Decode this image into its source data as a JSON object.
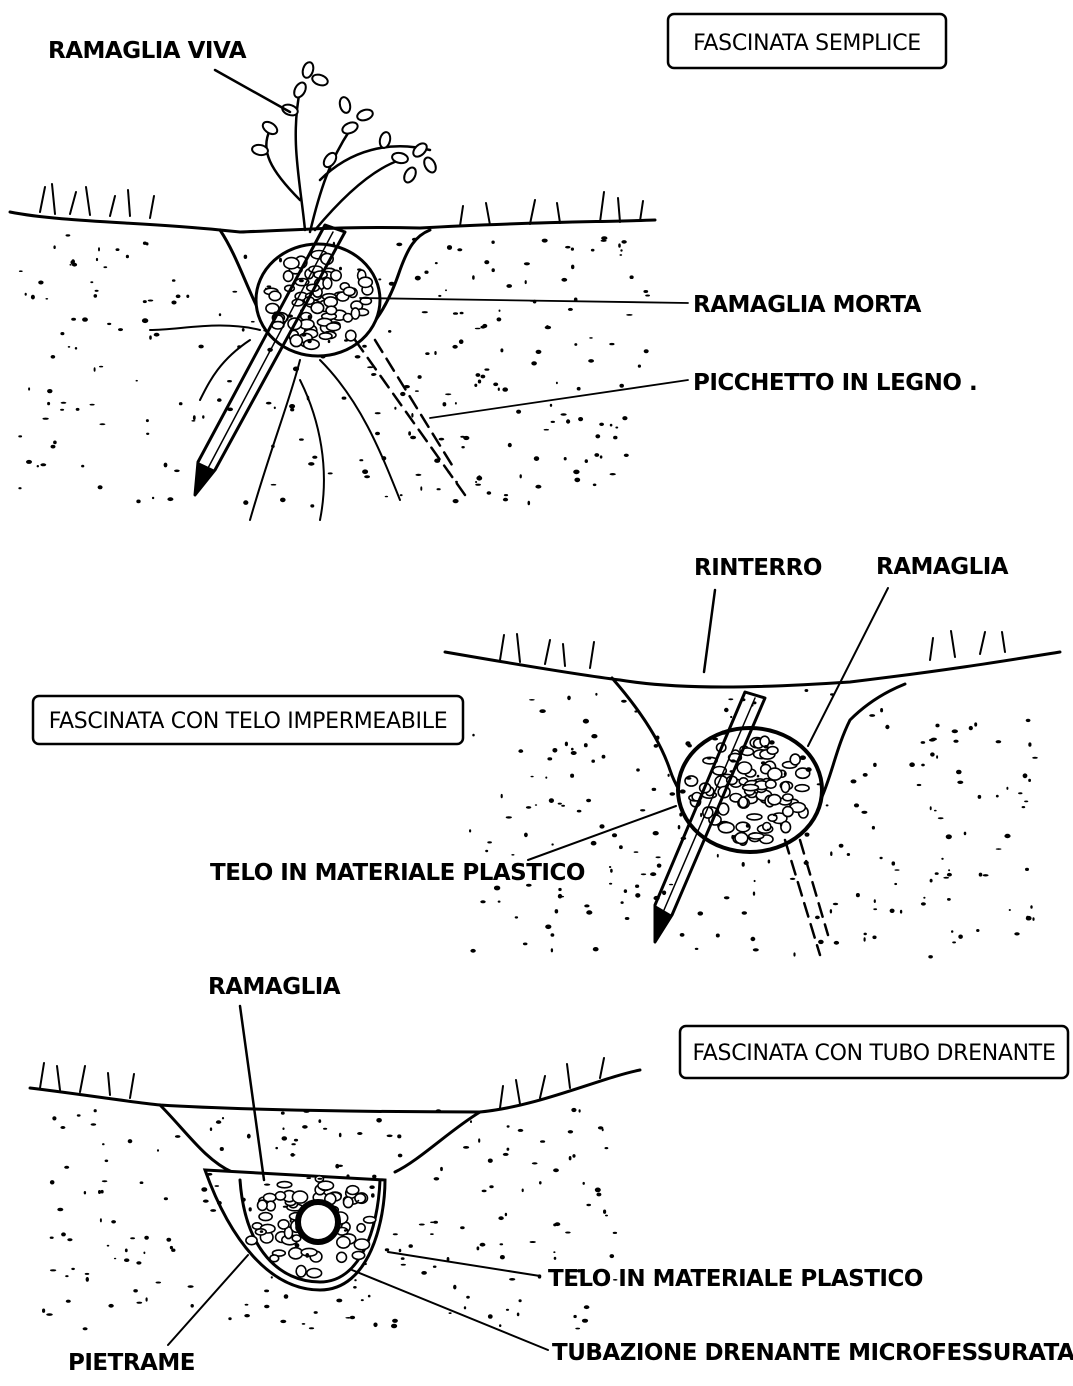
{
  "panels": {
    "semplice": {
      "title": "FASCINATA SEMPLICE",
      "labels": {
        "ramaglia_viva": "RAMAGLIA VIVA",
        "ramaglia_morta": "RAMAGLIA MORTA",
        "picchetto": "PICCHETTO IN LEGNO ."
      }
    },
    "telo": {
      "title": "FASCINATA CON TELO IMPERMEABILE",
      "labels": {
        "rinterro": "RINTERRO",
        "ramaglia": "RAMAGLIA",
        "telo": "TELO IN MATERIALE PLASTICO"
      }
    },
    "tubo": {
      "title": "FASCINATA CON TUBO DRENANTE",
      "labels": {
        "ramaglia": "RAMAGLIA",
        "telo": "TELO IN MATERIALE PLASTICO",
        "tubazione": "TUBAZIONE DRENANTE MICROFESSURATA",
        "pietrame": "PIETRAME"
      }
    }
  }
}
